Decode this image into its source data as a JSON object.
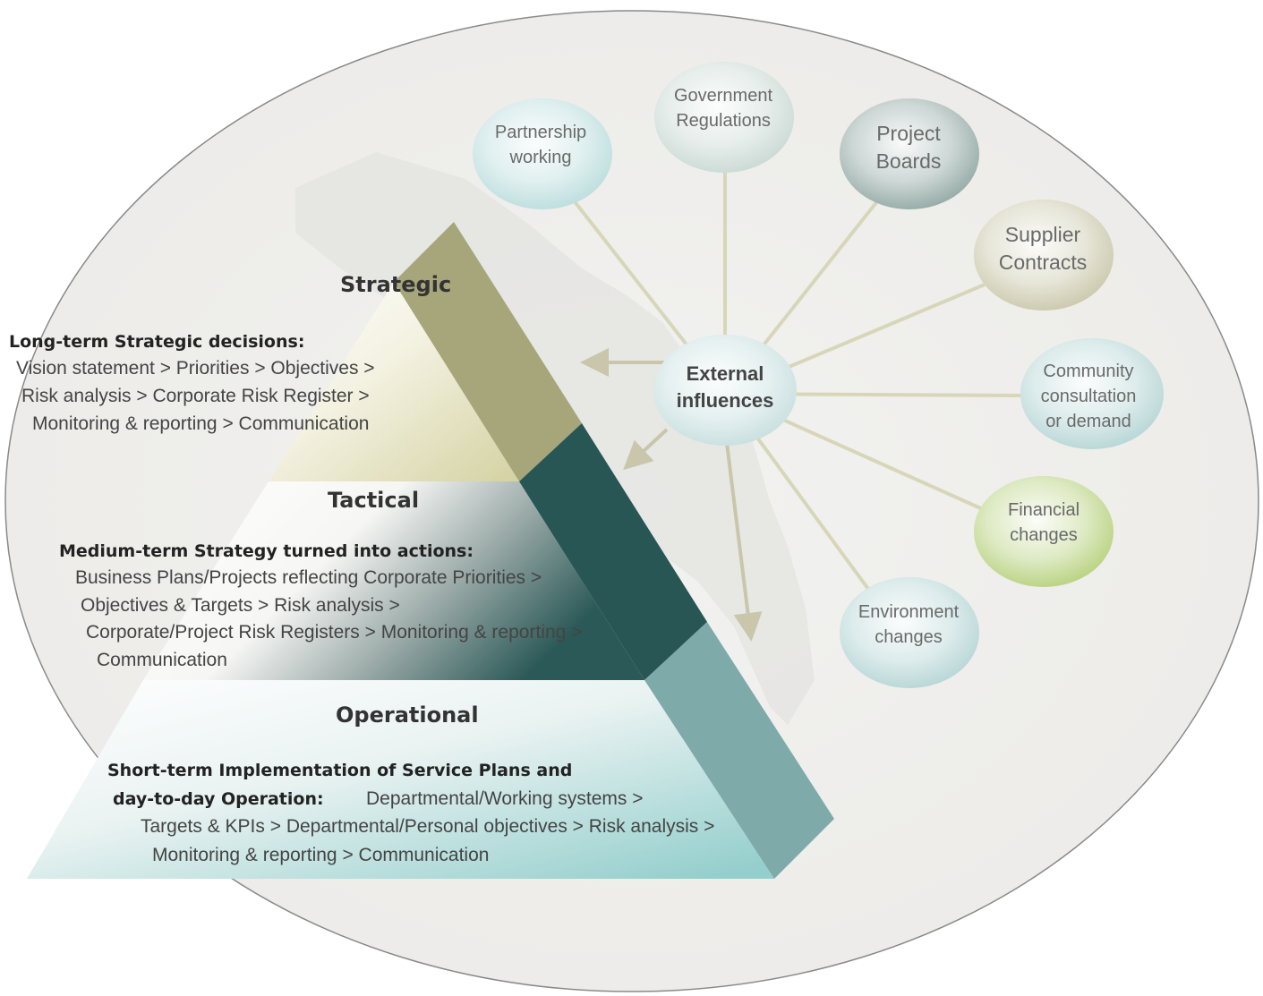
{
  "levels": {
    "strategic": {
      "title": "Strategic",
      "heading": "Long-term Strategic decisions:",
      "lines": [
        "Vision statement > Priorities > Objectives >",
        "Risk analysis > Corporate Risk Register >",
        "Monitoring & reporting > Communication"
      ]
    },
    "tactical": {
      "title": "Tactical",
      "heading": "Medium-term Strategy turned into actions:",
      "lines": [
        "Business Plans/Projects reflecting Corporate Priorities >",
        "Objectives & Targets > Risk analysis >",
        "Corporate/Project Risk Registers > Monitoring & reporting >",
        "Communication"
      ]
    },
    "operational": {
      "title": "Operational",
      "heading_line1": "Short-term Implementation of Service Plans and",
      "heading_line2": "day-to-day Operation:",
      "line2_tail": "Departmental/Working systems >",
      "lines": [
        "Targets & KPIs > Departmental/Personal objectives > Risk analysis >",
        "Monitoring & reporting > Communication"
      ]
    }
  },
  "external": {
    "center": {
      "line1": "External",
      "line2": "influences"
    },
    "bubbles": [
      {
        "id": "partnership",
        "lines": [
          "Partnership",
          "working"
        ],
        "color": "#b9dcdc"
      },
      {
        "id": "government",
        "lines": [
          "Government",
          "Regulations"
        ],
        "color": "#c8d8d2"
      },
      {
        "id": "project-boards",
        "lines": [
          "Project",
          "Boards"
        ],
        "color": "#8fa6a2"
      },
      {
        "id": "supplier",
        "lines": [
          "Supplier",
          "Contracts"
        ],
        "color": "#c8c6a8"
      },
      {
        "id": "community",
        "lines": [
          "Community",
          "consultation",
          "or demand"
        ],
        "color": "#b4d4d4"
      },
      {
        "id": "financial",
        "lines": [
          "Financial",
          "changes"
        ],
        "color": "#b5d07a"
      },
      {
        "id": "environment",
        "lines": [
          "Environment",
          "changes"
        ],
        "color": "#b4d4d4"
      }
    ]
  },
  "colors": {
    "background_oval": "#efefed",
    "band_strategic": "#a6a67a",
    "band_tactical": "#285655",
    "band_operational": "#7eaaaa",
    "spoke": "#d8d6b8",
    "arrow": "#c9c6ab"
  }
}
